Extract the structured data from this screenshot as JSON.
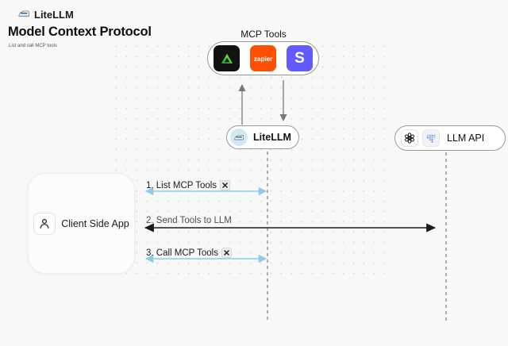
{
  "header": {
    "brand": "LiteLLM",
    "title": "Model Context Protocol",
    "subtitle": "List and call MCP tools"
  },
  "mcp_tools": {
    "label": "MCP Tools",
    "tools": [
      {
        "name": "green-triangle-tool",
        "bg": "#121212"
      },
      {
        "name": "zapier",
        "text": "zapier",
        "bg": "#ff4f00"
      },
      {
        "name": "stripe",
        "text": "S",
        "bg": "#635bff"
      }
    ]
  },
  "nodes": {
    "litellm": {
      "label": "LiteLLM"
    },
    "llm_api": {
      "label": "LLM API"
    },
    "client": {
      "label": "Client Side App"
    }
  },
  "messages": [
    {
      "label": "1. List MCP Tools",
      "tools_icon": true
    },
    {
      "label": "2. Send Tools to LLM",
      "tools_icon": false
    },
    {
      "label": "3. Call MCP Tools",
      "tools_icon": true
    }
  ],
  "colors": {
    "background": "#f8f8f8",
    "blue_arrow": "#8fcbe9",
    "black_arrow": "#1b1b1b",
    "gray_arrow": "#787878",
    "lifeline": "#8f8f8f",
    "zapier_orange": "#ff4f00",
    "stripe_purple": "#635bff",
    "tool_green": "#3ddc2a",
    "litellm_circle_blue": "#d3e8f4"
  }
}
